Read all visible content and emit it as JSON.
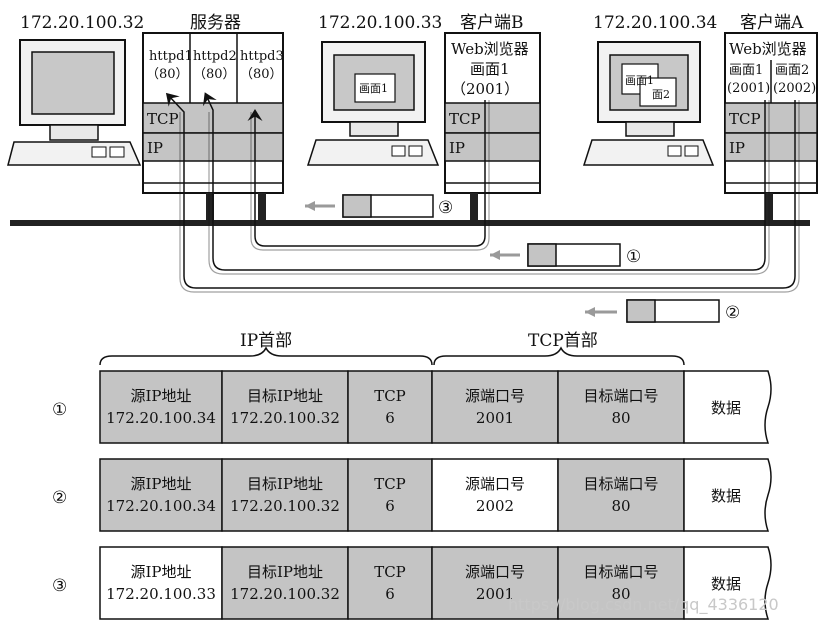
{
  "top": {
    "server_ip": "172.20.100.32",
    "server_title": "服务器",
    "client_b_ip": "172.20.100.33",
    "client_b_title": "客户端B",
    "client_a_ip": "172.20.100.34",
    "client_a_title": "客户端A"
  },
  "server": {
    "httpd1": "httpd1",
    "httpd2": "httpd2",
    "httpd3": "httpd3",
    "port": "（80）",
    "tcp": "TCP",
    "ip": "IP"
  },
  "client_b": {
    "browser": "Web浏览器",
    "screen": "画面1",
    "port": "（2001）",
    "tcp": "TCP",
    "ip": "IP",
    "monitor_screen": "画面1"
  },
  "client_a": {
    "browser": "Web浏览器",
    "screen1": "画面1",
    "screen2": "画面2",
    "port1": "(2001)",
    "port2": "(2002)",
    "tcp": "TCP",
    "ip": "IP",
    "monitor_screen1": "画面1",
    "monitor_screen2": "面2"
  },
  "markers": {
    "m1": "①",
    "m2": "②",
    "m3": "③"
  },
  "headers": {
    "ip": "IP首部",
    "tcp": "TCP首部"
  },
  "rows": [
    {
      "marker": "①",
      "src_label": "源IP地址",
      "src_ip": "172.20.100.34",
      "dst_label": "目标IP地址",
      "dst_ip": "172.20.100.32",
      "proto": "TCP",
      "proto_num": "6",
      "sport_label": "源端口号",
      "sport": "2001",
      "dport_label": "目标端口号",
      "dport": "80",
      "data": "数据"
    },
    {
      "marker": "②",
      "src_label": "源IP地址",
      "src_ip": "172.20.100.34",
      "dst_label": "目标IP地址",
      "dst_ip": "172.20.100.32",
      "proto": "TCP",
      "proto_num": "6",
      "sport_label": "源端口号",
      "sport": "2002",
      "dport_label": "目标端口号",
      "dport": "80",
      "data": "数据"
    },
    {
      "marker": "③",
      "src_label": "源IP地址",
      "src_ip": "172.20.100.33",
      "dst_label": "目标IP地址",
      "dst_ip": "172.20.100.32",
      "proto": "TCP",
      "proto_num": "6",
      "sport_label": "源端口号",
      "sport": "2001",
      "dport_label": "目标端口号",
      "dport": "80",
      "data": "数据"
    }
  ],
  "watermark": "https://blog.csdn.net/qq_4336120",
  "colors": {
    "shade": "#c4c4c4",
    "line": "#111111",
    "arrow": "#9a9a9a",
    "network": "#222222"
  }
}
